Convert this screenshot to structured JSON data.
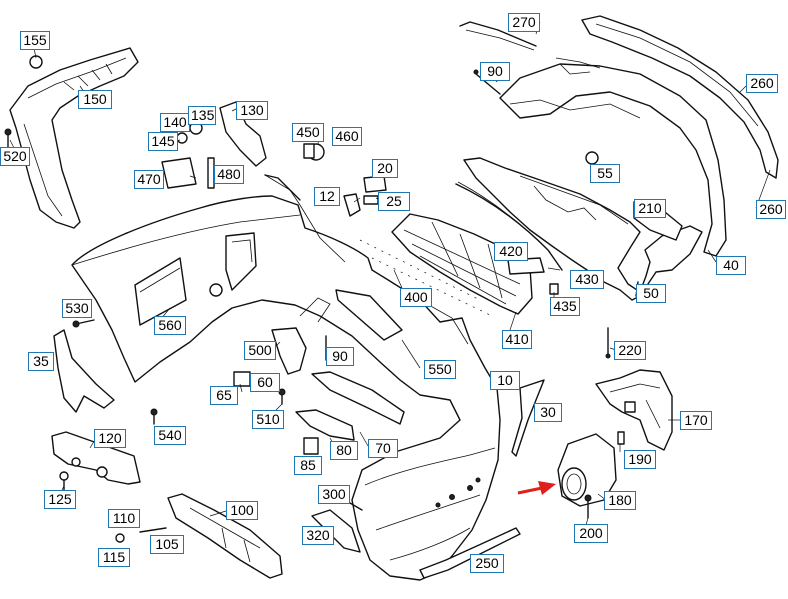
{
  "callouts": {
    "c155": "155",
    "c150": "150",
    "c520": "520",
    "c140": "140",
    "c135": "135",
    "c130": "130",
    "c145": "145",
    "c470": "470",
    "c480": "480",
    "c450": "450",
    "c460": "460",
    "c270": "270",
    "c90a": "90",
    "c260a": "260",
    "c20": "20",
    "c12": "12",
    "c25": "25",
    "c55": "55",
    "c210": "210",
    "c260b": "260",
    "c420": "420",
    "c40": "40",
    "c430": "430",
    "c50": "50",
    "c400": "400",
    "c435": "435",
    "c530": "530",
    "c560": "560",
    "c410": "410",
    "c500": "500",
    "c90b": "90",
    "c35": "35",
    "c60": "60",
    "c550": "550",
    "c10": "10",
    "c220": "220",
    "c65": "65",
    "c510": "510",
    "c30": "30",
    "c170": "170",
    "c120": "120",
    "c540": "540",
    "c80": "80",
    "c70": "70",
    "c190": "190",
    "c85": "85",
    "c125": "125",
    "c300": "300",
    "c180": "180",
    "c110": "110",
    "c100": "100",
    "c105": "105",
    "c320": "320",
    "c200": "200",
    "c115": "115",
    "c250": "250"
  },
  "colors": {
    "callout_border": "#1f77b4",
    "arrow": "#e0201c",
    "line": "#111111"
  }
}
